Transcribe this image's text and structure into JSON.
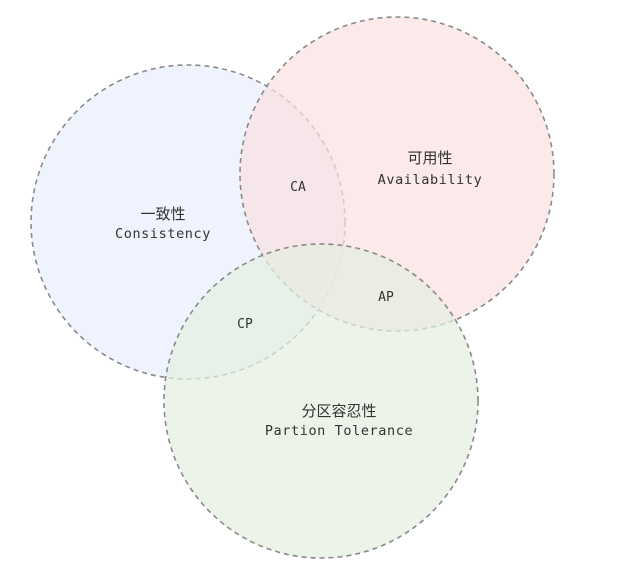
{
  "sets": {
    "consistency": {
      "zh": "一致性",
      "en": "Consistency",
      "fill": "#e8effc"
    },
    "availability": {
      "zh": "可用性",
      "en": "Availability",
      "fill": "#fbe1e1"
    },
    "partition": {
      "zh": "分区容忍性",
      "en": "Partion Tolerance",
      "fill": "#e4efe0"
    }
  },
  "overlaps": {
    "ca": "CA",
    "ap": "AP",
    "cp": "CP"
  },
  "colors": {
    "outline": "#8a8a8a",
    "text": "#333333"
  }
}
